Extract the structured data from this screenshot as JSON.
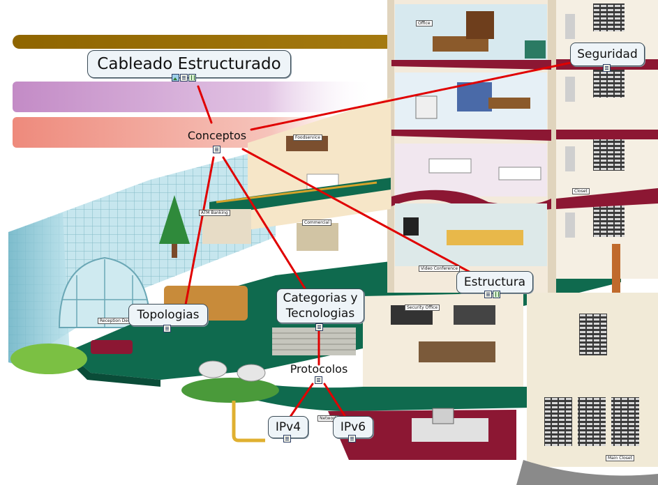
{
  "map": {
    "central": {
      "label": "Cableado Estructurado",
      "icons": [
        "image-icon",
        "note-icon",
        "spreadsheet-icon"
      ]
    },
    "concepts": {
      "label": "Conceptos",
      "icons": [
        "note-icon"
      ]
    },
    "security": {
      "label": "Seguridad",
      "icons": [
        "note-icon"
      ]
    },
    "structure": {
      "label": "Estructura",
      "icons": [
        "note-icon",
        "spreadsheet-icon"
      ]
    },
    "topologies": {
      "label": "Topologias",
      "icons": [
        "note-icon"
      ]
    },
    "categories": {
      "label_line1": "Categorias y",
      "label_line2": "Tecnologias",
      "icons": [
        "note-icon"
      ]
    },
    "protocols": {
      "label": "Protocolos",
      "icons": [
        "note-icon"
      ]
    },
    "ipv4": {
      "label": "IPv4",
      "icons": [
        "note-icon"
      ]
    },
    "ipv6": {
      "label": "IPv6",
      "icons": [
        "note-icon"
      ]
    }
  },
  "building_labels": {
    "office": "Office",
    "foodservice": "Foodservice",
    "atm_banking": "ATM Banking",
    "commercial": "Commercial",
    "video_conference": "Video Conference",
    "security_office": "Security Office",
    "reception": "Reception Desk",
    "network": "Network",
    "main_closet": "Main Closet",
    "closet": "Closet"
  },
  "colors": {
    "connector": "#e00000",
    "floor_green": "#0f6a4e",
    "floor_red": "#8c1733",
    "band_gold": "#8f6500",
    "band_purple": "#c58fc8",
    "band_salmon": "#ee8d80",
    "node_fill": "#eef4f8"
  }
}
